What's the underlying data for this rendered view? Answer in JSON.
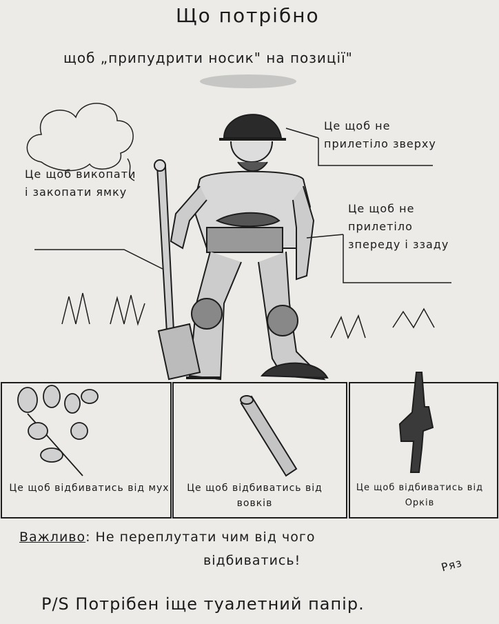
{
  "title": {
    "line1": "Що потрібно",
    "line2": "щоб „припудрити носик\" на позиції\""
  },
  "callouts": {
    "shovel": "Це щоб викопати і закопати ямку",
    "helmet": "Це щоб не прилетіло зверху",
    "vest": "Це щоб не прилетіло зпереду і ззаду"
  },
  "panels": [
    {
      "caption": "Це щоб відбиватись від мух",
      "icon": "plant-icon"
    },
    {
      "caption": "Це щоб відбиватись від вовків",
      "icon": "stick-icon"
    },
    {
      "caption": "Це щоб відбиватись від Орків",
      "icon": "rifle-icon"
    }
  ],
  "important": {
    "key": "Важливо",
    "text": ": Не переплутати чим від чого",
    "text2": "відбиватись!"
  },
  "ps": "P/S Потрібен іще туалетний папір.",
  "signature": "Ряз",
  "colors": {
    "paper": "#ecebe8",
    "ink": "#1d1d1d"
  }
}
